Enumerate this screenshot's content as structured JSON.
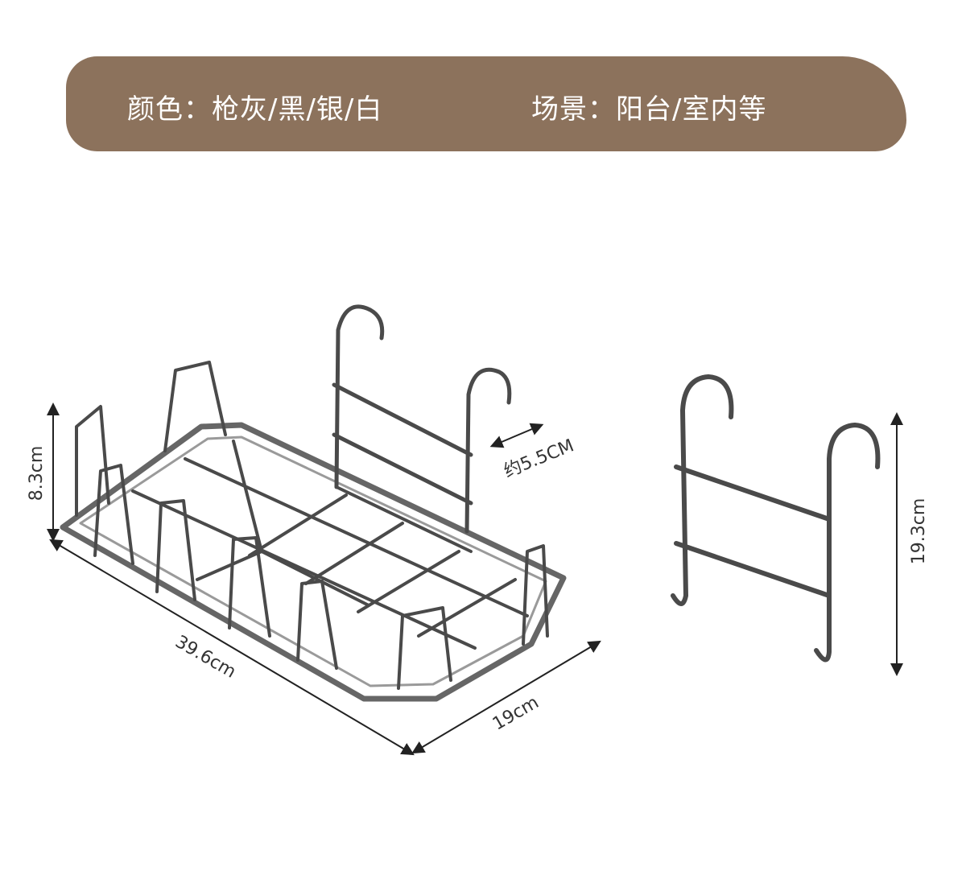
{
  "banner": {
    "color_text": "颜色：枪灰/黑/银/白",
    "scene_text": "场景：阳台/室内等",
    "background": "#8c725c"
  },
  "dimensions": {
    "height": "8.3cm",
    "length": "39.6cm",
    "width": "19cm",
    "hook_gap": "约5.5CM",
    "hook_height": "19.3cm"
  }
}
